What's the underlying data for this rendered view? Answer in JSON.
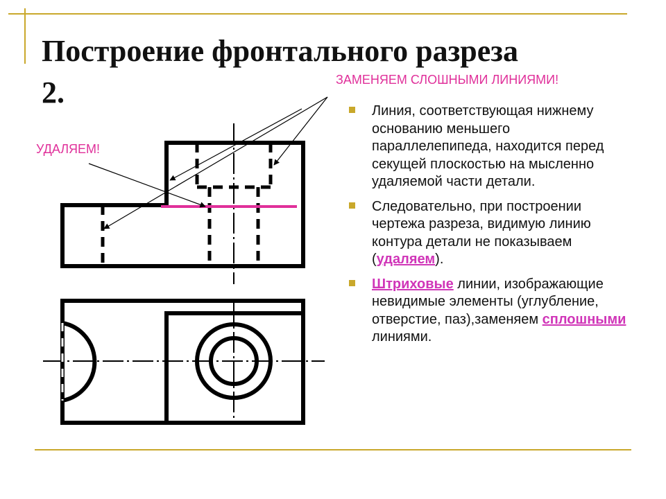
{
  "title": {
    "line1": "Построение фронтального разреза",
    "line2": "2."
  },
  "annotations": {
    "replace": "ЗАМЕНЯЕМ СЛОШНЫМИ ЛИНИЯМИ!",
    "remove": "УДАЛЯЕМ!"
  },
  "bullets": {
    "b1": "Линия, соответствующая нижнему основанию меньшего параллелепипеда, находится перед секущей плоскостью на мысленно удаляемой части детали.",
    "b2_pre": "Следовательно, при построении чертежа разреза, видимую линию контура детали не показываем (",
    "b2_highlight": "удаляем",
    "b2_post": ").",
    "b3_highlight1": "Штриховые",
    "b3_mid": " линии, изображающие невидимые элементы (углубление, отверстие, паз),заменяем ",
    "b3_highlight2": "сплошными",
    "b3_post": " линиями."
  },
  "colors": {
    "accent": "#c9a82b",
    "highlight": "#e0309a",
    "ink": "#000000"
  }
}
